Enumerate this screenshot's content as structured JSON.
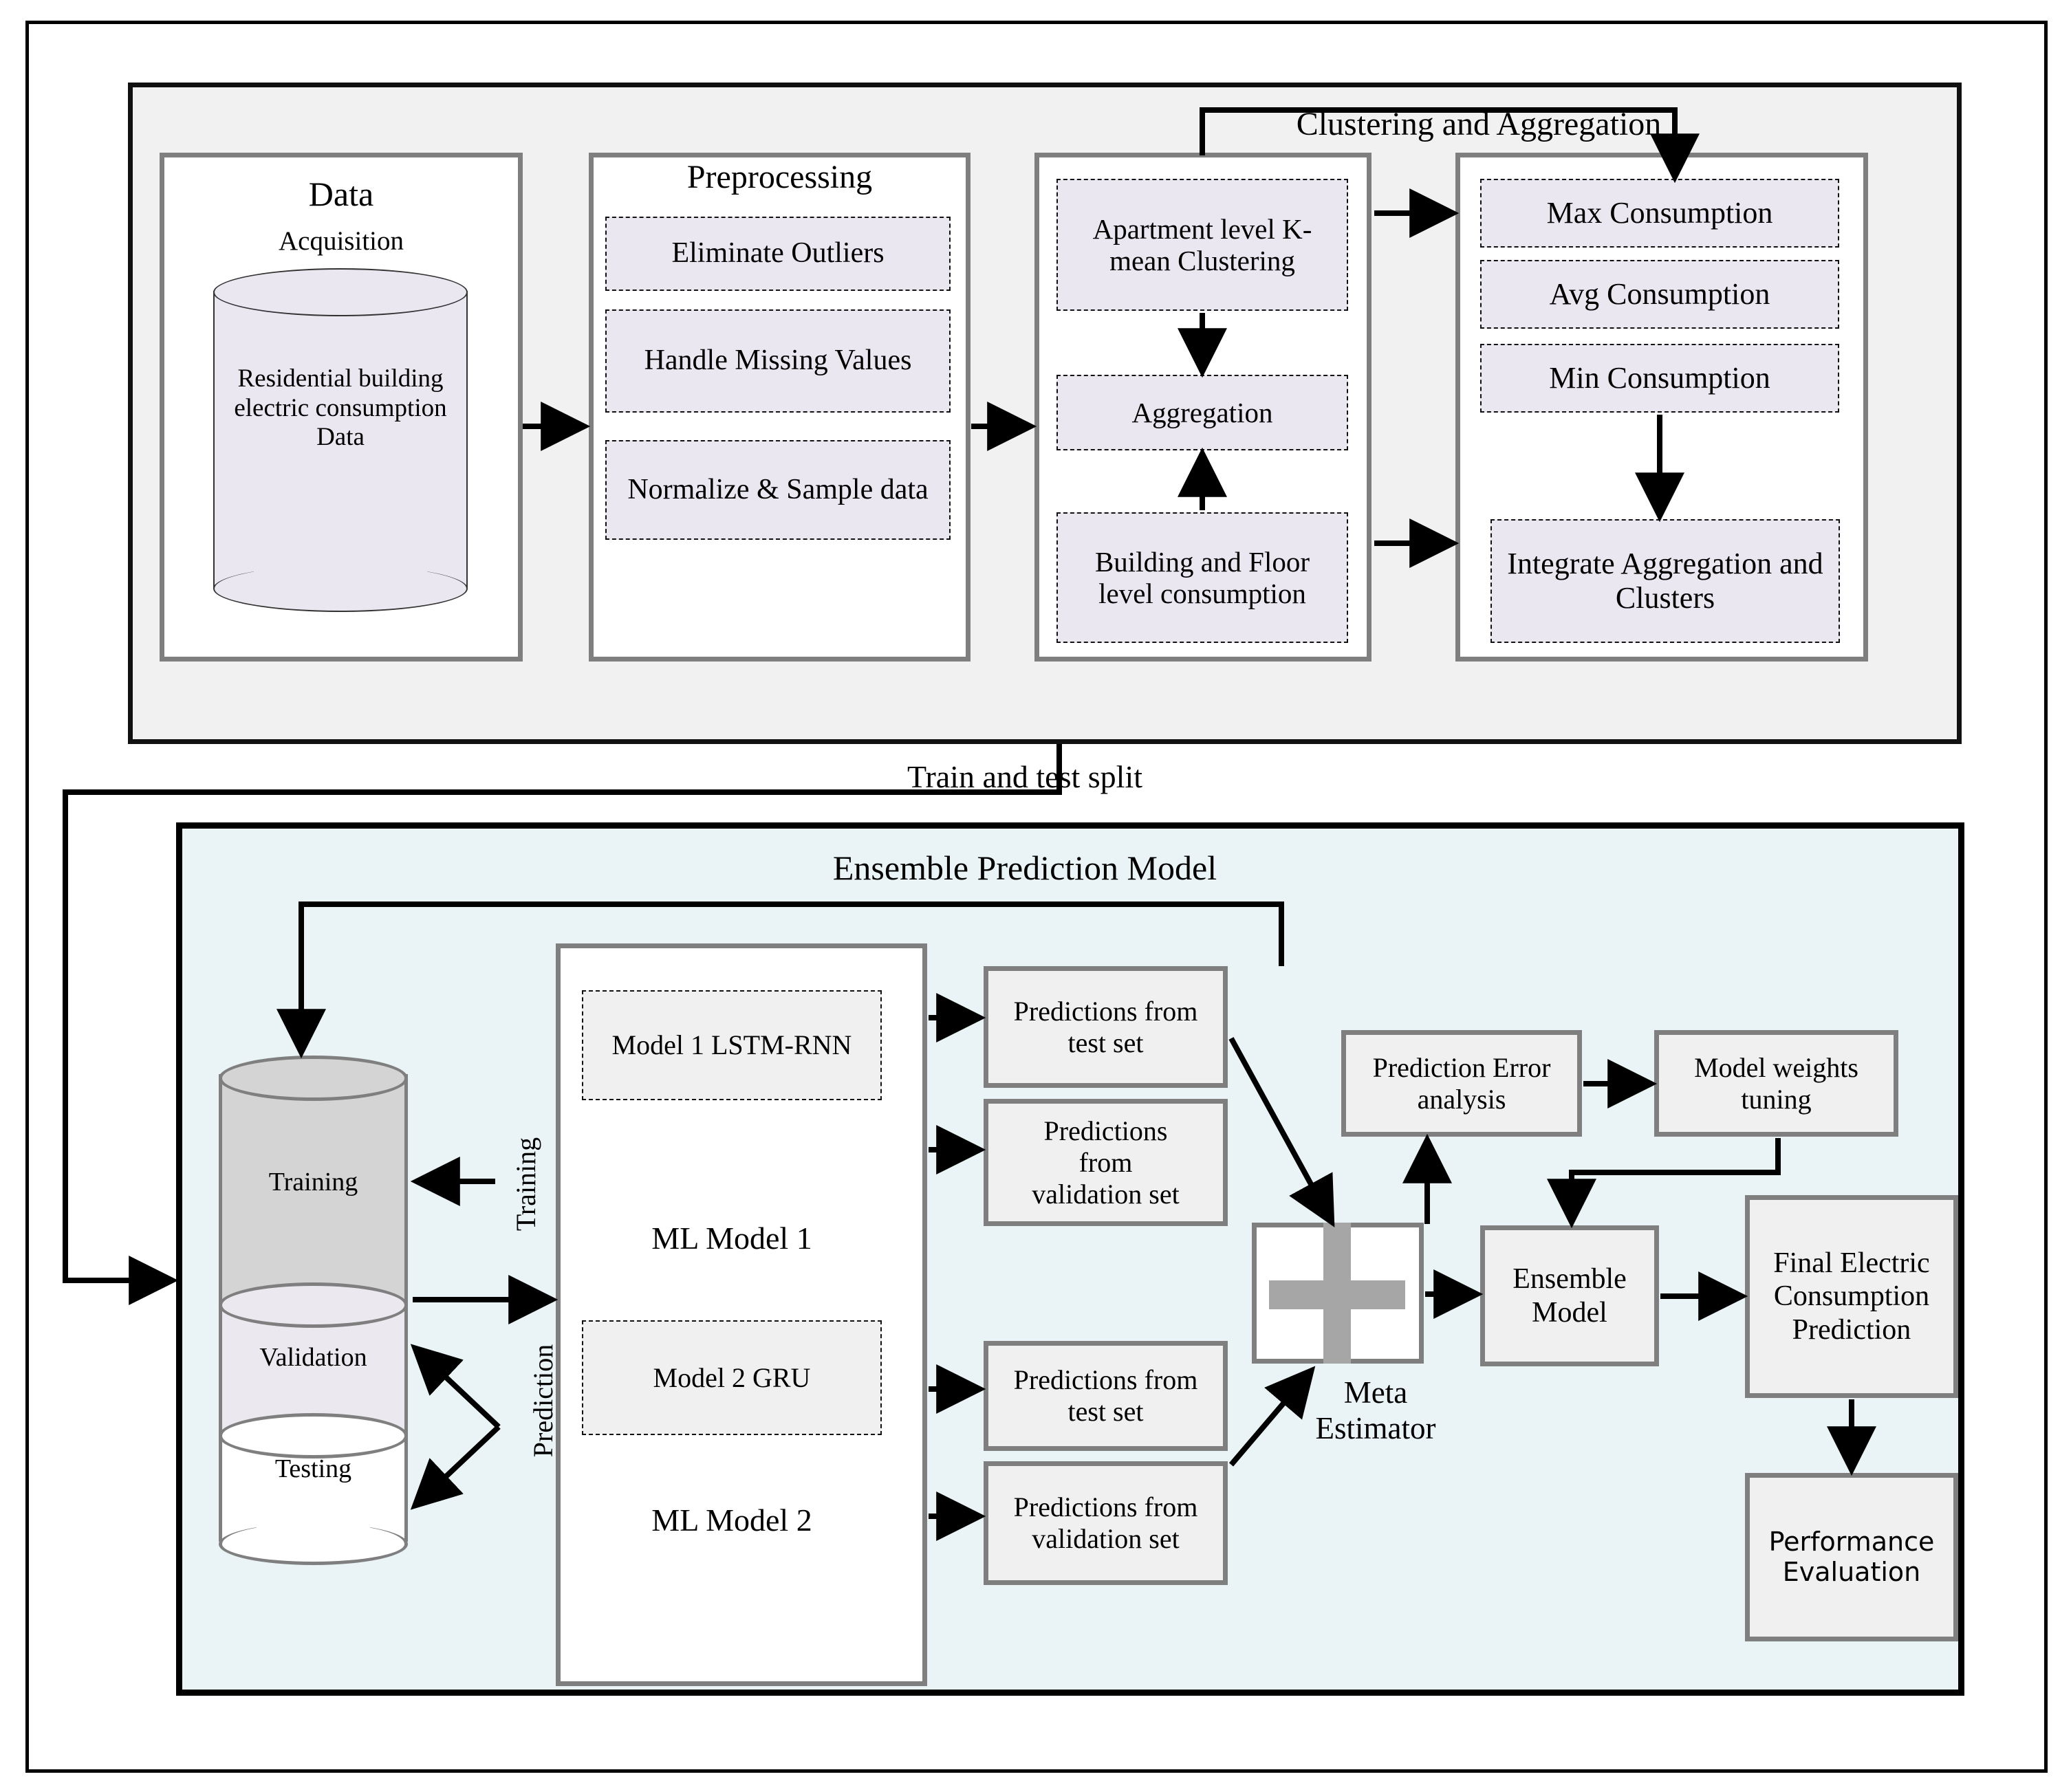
{
  "figure": {
    "type": "flowchart",
    "domain": "machine-learning-pipeline"
  },
  "top_panel": {
    "name": "data-pipeline-panel",
    "data_acquisition": {
      "title": "Data",
      "subtitle": "Acquisition",
      "cylinder_label": "Residential building electric consumption Data"
    },
    "preprocessing": {
      "title": "Preprocessing",
      "steps": [
        "Eliminate Outliers",
        "Handle Missing Values",
        "Normalize & Sample data"
      ]
    },
    "clustering_group": {
      "title": "Clustering and Aggregation",
      "left_steps": [
        "Apartment level K-mean Clustering",
        "Aggregation",
        "Building and Floor level consumption"
      ],
      "right_steps": [
        "Max Consumption",
        "Avg Consumption",
        "Min Consumption",
        "Integrate Aggregation and Clusters"
      ]
    }
  },
  "split_label": "Train and test split",
  "bottom_panel": {
    "title": "Ensemble Prediction Model",
    "dataset_cylinder": {
      "segments": [
        "Training",
        "Validation",
        "Testing"
      ]
    },
    "edge_labels": {
      "training": "Training",
      "prediction": "Prediction"
    },
    "models_group": {
      "model1_chip": "Model 1 LSTM-RNN",
      "model1_caption": "ML Model 1",
      "model2_chip": "Model 2 GRU",
      "model2_caption": "ML Model 2"
    },
    "prediction_boxes": [
      "Predictions from test set",
      "Predictions from validation set",
      "Predictions from test set",
      "Predictions from validation set"
    ],
    "meta_estimator": {
      "label": "Meta Estimator",
      "glyph": "plus-sign"
    },
    "analysis_boxes": [
      "Prediction Error analysis",
      "Model weights tuning"
    ],
    "ensemble_model": "Ensemble Model",
    "final_prediction": "Final Electric Consumption Prediction",
    "performance_evaluation": "Performance Evaluation"
  },
  "colors": {
    "panel_top_bg": "#f1f1f1",
    "panel_bottom_bg": "#eaf3f6",
    "chip_purple": "#eae7f1",
    "chip_grey": "#f0f0f0",
    "border_grey": "#7f7f7f",
    "cyl_training": "#d4d4d4",
    "cyl_validation": "#ece8f0",
    "cyl_testing": "#ffffff",
    "plus_grey": "#a6a6a6"
  }
}
